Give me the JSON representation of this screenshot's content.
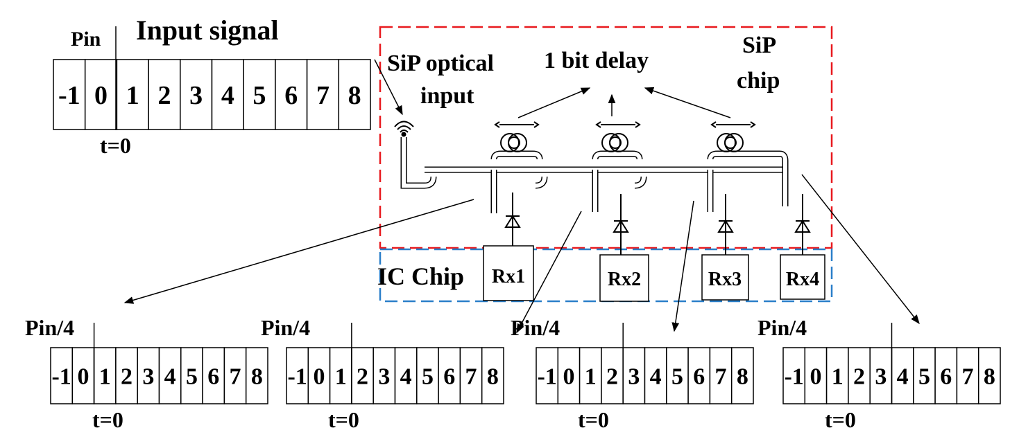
{
  "input": {
    "title": "Input signal",
    "pin_label": "Pin",
    "cells": [
      "-1",
      "0",
      "1",
      "2",
      "3",
      "4",
      "5",
      "6",
      "7",
      "8"
    ],
    "time_label": "t=0"
  },
  "chip": {
    "optical_input_line1": "SiP optical",
    "optical_input_line2": "input",
    "delay_label": "1 bit delay",
    "sip_line1": "SiP",
    "sip_line2": "chip",
    "ic_label": "IC Chip",
    "sip_border_color": "#e8191e",
    "ic_border_color": "#2a7fc9",
    "receivers": [
      "Rx1",
      "Rx2",
      "Rx3",
      "Rx4"
    ]
  },
  "outputs": [
    {
      "pin_label": "Pin/4",
      "cells": [
        "-1",
        "0",
        "1",
        "2",
        "3",
        "4",
        "5",
        "6",
        "7",
        "8"
      ],
      "time_label": "t=0",
      "marker_index": 2
    },
    {
      "pin_label": "Pin/4",
      "cells": [
        "-1",
        "0",
        "1",
        "2",
        "3",
        "4",
        "5",
        "6",
        "7",
        "8"
      ],
      "time_label": "t=0",
      "marker_index": 3
    },
    {
      "pin_label": "Pin/4",
      "cells": [
        "-1",
        "0",
        "1",
        "2",
        "3",
        "4",
        "5",
        "6",
        "7",
        "8"
      ],
      "time_label": "t=0",
      "marker_index": 4
    },
    {
      "pin_label": "Pin/4",
      "cells": [
        "-1",
        "0",
        "1",
        "2",
        "3",
        "4",
        "5",
        "6",
        "7",
        "8"
      ],
      "time_label": "t=0",
      "marker_index": 5
    }
  ]
}
